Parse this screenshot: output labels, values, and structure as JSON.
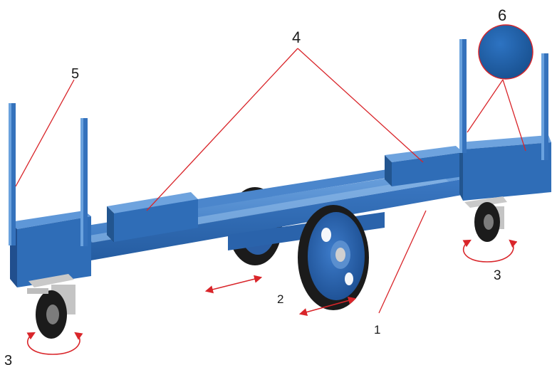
{
  "callouts": {
    "chassis": "1",
    "fixed_wheels": "2",
    "swivel_castor_front": "3",
    "swivel_castor_rear": "3",
    "cross_members": "4",
    "stanchions": "5",
    "color_swatch": "6"
  },
  "colors": {
    "frame_blue": "#2f6db7",
    "frame_light": "#4f8bd0",
    "frame_dark": "#1f4f8f",
    "swatch_blue": "#1f5fa8",
    "leader_red": "#d9252a",
    "tyre_black": "#1b1b1b"
  }
}
